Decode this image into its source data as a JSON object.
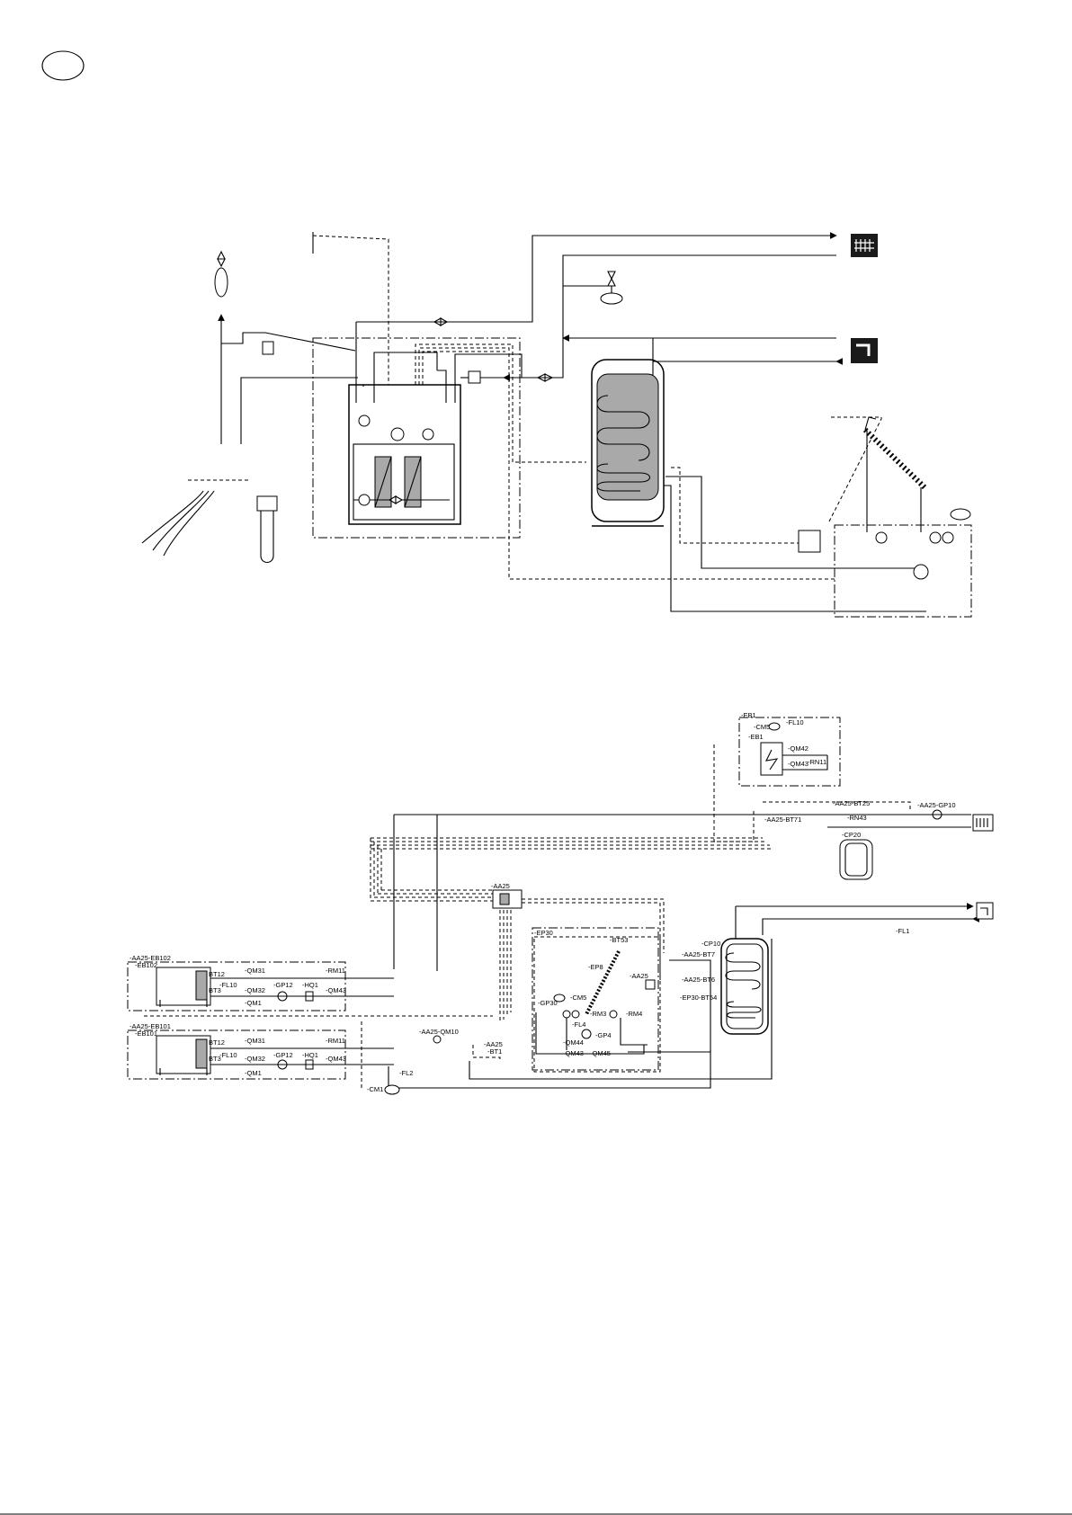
{
  "header": {
    "language_marker": ""
  },
  "lower_diagram_labels": {
    "fb1_group": "-EB1",
    "cm5_top": "-CM5",
    "fl10_top": "-FL10",
    "eb1": "-EB1",
    "qm42": "-QM42",
    "qm43_top": "-QM43",
    "rn11": "-RN11",
    "aa25_bt25": "-AA25-BT25",
    "aa25_gp10": "-AA25-GP10",
    "rn43": "-RN43",
    "aa25_bt71": "-AA25-BT71",
    "cp20": "-CP20",
    "aa25": "-AA25",
    "fl1": "-FL1",
    "ep30": "-EP30",
    "bt53": "-BT53",
    "cp10": "-CP10",
    "aa25_bt7": "-AA25-BT7",
    "ep8": "-EP8",
    "aa25_right": "-AA25",
    "aa25_bt6": "-AA25-BT6",
    "ep30_bt54": "-EP30-BT54",
    "gp30": "-GP30",
    "cm5_mid": "-CM5",
    "rm3": "-RM3",
    "rm4": "-RM4",
    "fl4": "-FL4",
    "gp4": "-GP4",
    "qm44": "-QM44",
    "qm45": "-QM45",
    "qm43_mid": "-QM43",
    "aa25_eb102": "-AA25-EB102",
    "eb102": "-EB102",
    "aa25_eb101": "-AA25-EB101",
    "eb101": "-EB101",
    "bt12": "BT12",
    "bt3": "BT3",
    "qm31": "-QM31",
    "rm11": "-RM11",
    "fl10": "-FL10",
    "qm32": "-QM32",
    "gp12": "-GP12",
    "hq1": "-HQ1",
    "qm43": "-QM43",
    "qm1": "-QM1",
    "aa25_qm10": "-AA25-QM10",
    "aa25_bt1_a": "-AA25",
    "aa25_bt1_b": "-BT1",
    "fl2": "-FL2",
    "cm1": "-CM1"
  }
}
